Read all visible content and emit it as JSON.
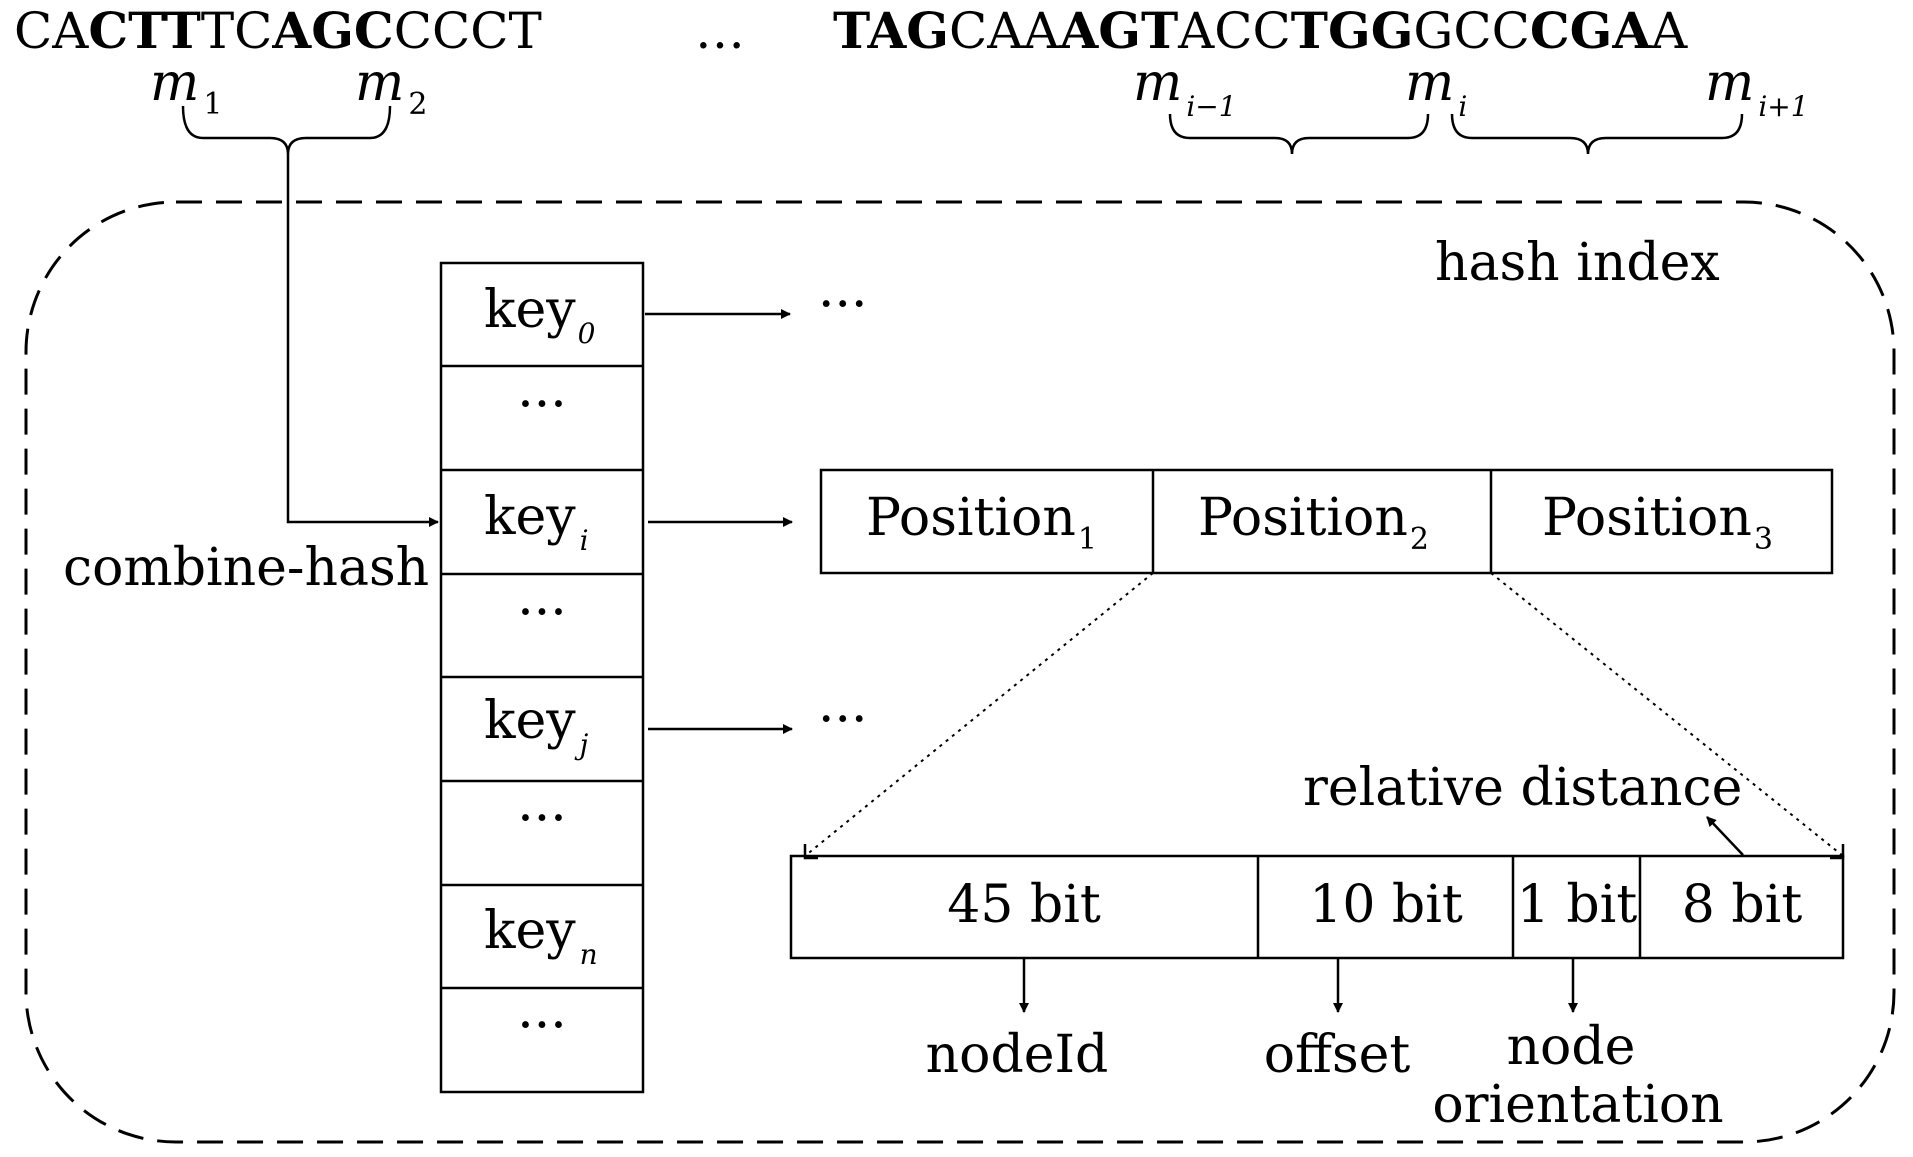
{
  "sequence": {
    "left_segments": [
      {
        "text": "CA",
        "bold": false
      },
      {
        "text": "CTT",
        "bold": true
      },
      {
        "text": "TC",
        "bold": false
      },
      {
        "text": "AGC",
        "bold": true
      },
      {
        "text": "CCCT",
        "bold": false
      }
    ],
    "ellipsis": "…",
    "right_segments": [
      {
        "text": "TAG",
        "bold": true
      },
      {
        "text": "CAA",
        "bold": false
      },
      {
        "text": "AGT",
        "bold": true
      },
      {
        "text": "ACC",
        "bold": false
      },
      {
        "text": "TGG",
        "bold": true
      },
      {
        "text": "GCC",
        "bold": false
      },
      {
        "text": "CGA",
        "bold": true
      },
      {
        "text": "A",
        "bold": false
      }
    ]
  },
  "minimizers": {
    "m1": {
      "base": "m",
      "sub": "1"
    },
    "m2": {
      "base": "m",
      "sub": "2"
    },
    "mi_minus1": {
      "base": "m",
      "sub": "i−1"
    },
    "mi": {
      "base": "m",
      "sub": "i"
    },
    "mi_plus1": {
      "base": "m",
      "sub": "i+1"
    }
  },
  "hash_index": {
    "title": "hash index",
    "combine_label": "combine-hash",
    "table_rows": [
      {
        "base": "key",
        "sub": "0"
      },
      {
        "ellipsis": "···"
      },
      {
        "base": "key",
        "sub": "i"
      },
      {
        "ellipsis": "···"
      },
      {
        "base": "key",
        "sub": "j"
      },
      {
        "ellipsis": "···"
      },
      {
        "base": "key",
        "sub": "n"
      },
      {
        "ellipsis": "···"
      }
    ],
    "row_targets": {
      "key0": "···",
      "keyj": "···"
    },
    "positions": [
      {
        "base": "Position",
        "sub": "1"
      },
      {
        "base": "Position",
        "sub": "2"
      },
      {
        "base": "Position",
        "sub": "3"
      }
    ]
  },
  "bit_layout": {
    "note": "relative distance",
    "fields": [
      {
        "bits": "45 bit",
        "meaning": "nodeId"
      },
      {
        "bits": "10 bit",
        "meaning": "offset"
      },
      {
        "bits": "1 bit",
        "meaning_lines": [
          "node",
          "orientation"
        ]
      },
      {
        "bits": "8 bit"
      }
    ]
  }
}
